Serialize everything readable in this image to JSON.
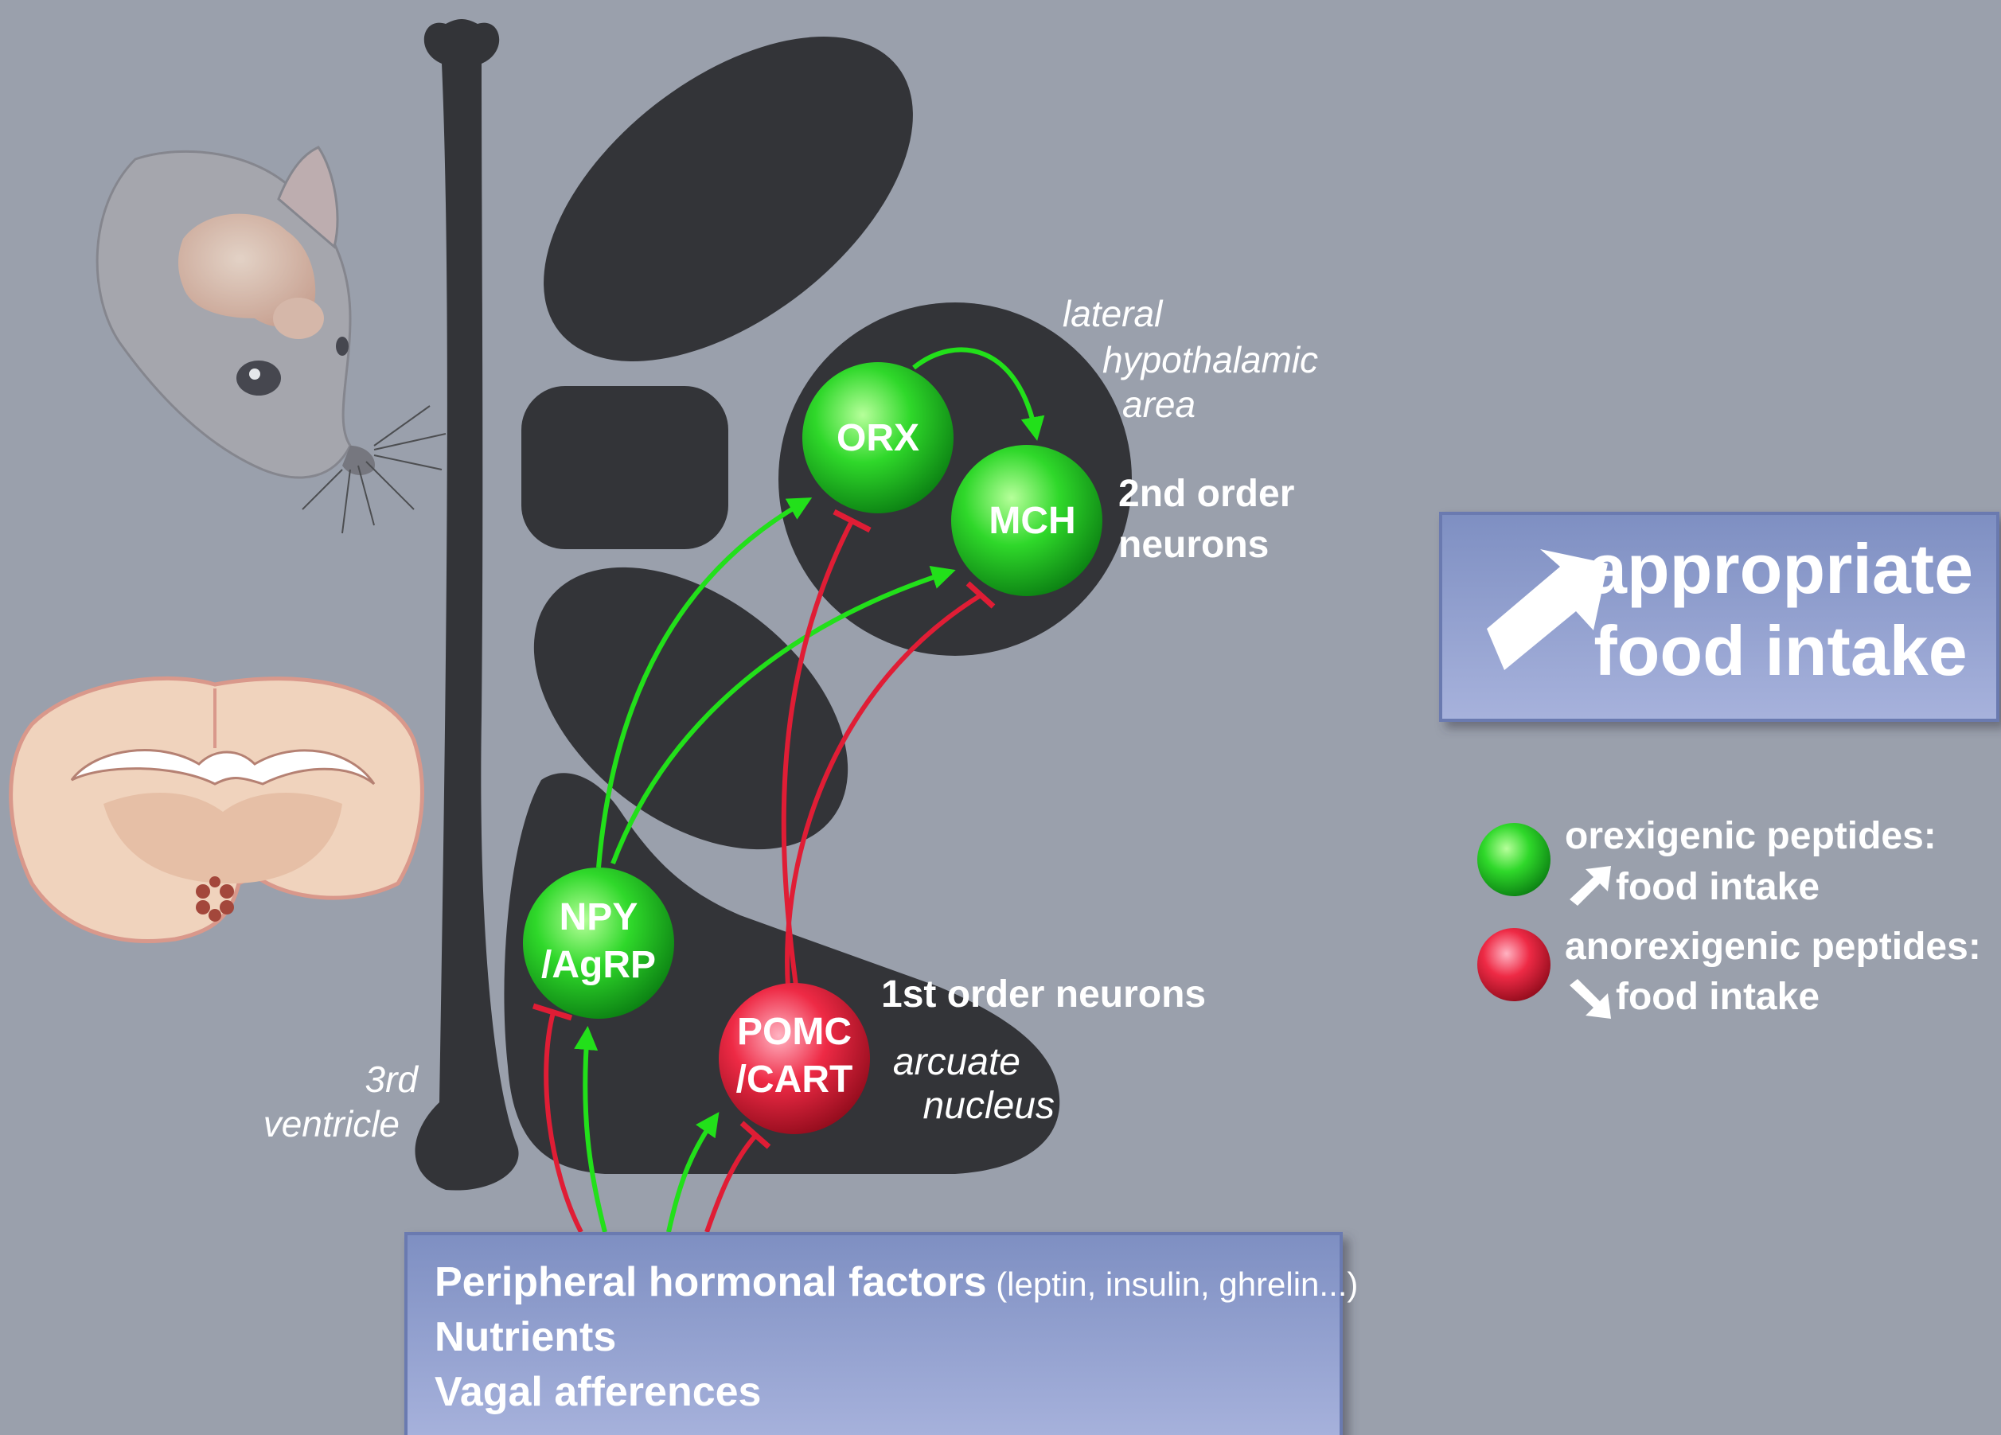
{
  "colors": {
    "background": "#9aa0ac",
    "region": "#333438",
    "orexigenic": "#22c41d",
    "anorexigenic": "#e01d35",
    "box_fill": "#8797c6",
    "text": "#ffffff"
  },
  "regions": {
    "lateral_hypothalamic_area": [
      "lateral",
      "hypothalamic",
      "area"
    ],
    "third_ventricle": [
      "3rd",
      "ventricle"
    ],
    "arcuate_nucleus": [
      "arcuate",
      "nucleus"
    ]
  },
  "neurons": {
    "orx": "ORX",
    "mch": "MCH",
    "npy": [
      "NPY",
      "/AgRP"
    ],
    "pomc": [
      "POMC",
      "/CART"
    ]
  },
  "labels": {
    "second_order": [
      "2nd order",
      "neurons"
    ],
    "first_order": "1st order neurons"
  },
  "outcome_box": {
    "icon": "arrow-up-right-icon",
    "lines": [
      "appropriate",
      "food intake"
    ]
  },
  "legend": {
    "orexigenic": {
      "title": "orexigenic peptides:",
      "effect": "food intake",
      "icon": "arrow-up-right-icon"
    },
    "anorexigenic": {
      "title": "anorexigenic peptides:",
      "effect": "food intake",
      "icon": "arrow-down-right-icon"
    }
  },
  "inputs_box": {
    "line1_bold": "Peripheral hormonal factors",
    "line1_normal": " (leptin, insulin, ghrelin...)",
    "line2": "Nutrients",
    "line3": "Vagal afferences"
  }
}
